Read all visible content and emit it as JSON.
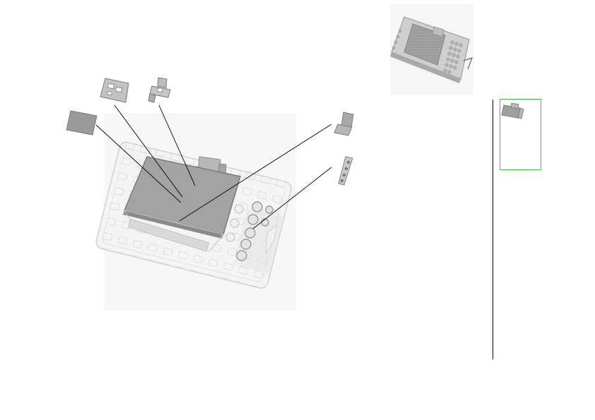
{
  "diagram": {
    "kind": "exploded-parts-diagram",
    "parts": [
      {
        "id": "cover-sheet",
        "icon": "grey-sheet-icon"
      },
      {
        "id": "lcd-holder-frame",
        "icon": "bracket-frame-icon"
      },
      {
        "id": "connector-bracket",
        "icon": "connector-bracket-icon"
      },
      {
        "id": "flex-cable",
        "icon": "flex-cable-icon"
      },
      {
        "id": "key-strip-board",
        "icon": "key-strip-icon"
      }
    ],
    "main_assembly": {
      "id": "control-panel-assembly",
      "icon": "panel-assembly-icon"
    },
    "reference_view": {
      "id": "assembled-unit",
      "icon": "operation-panel-icon"
    },
    "thumbnail": {
      "id": "selected-part-thumbnail",
      "icon": "lcd-module-icon",
      "frame_color": "#44bb44"
    },
    "colors": {
      "part_fill": "#9a9a9a",
      "part_edge": "#777777",
      "housing_fill": "#f3f3f3",
      "housing_edge": "#d4d4d4",
      "leader_line": "#000000",
      "divider": "#000000"
    }
  }
}
